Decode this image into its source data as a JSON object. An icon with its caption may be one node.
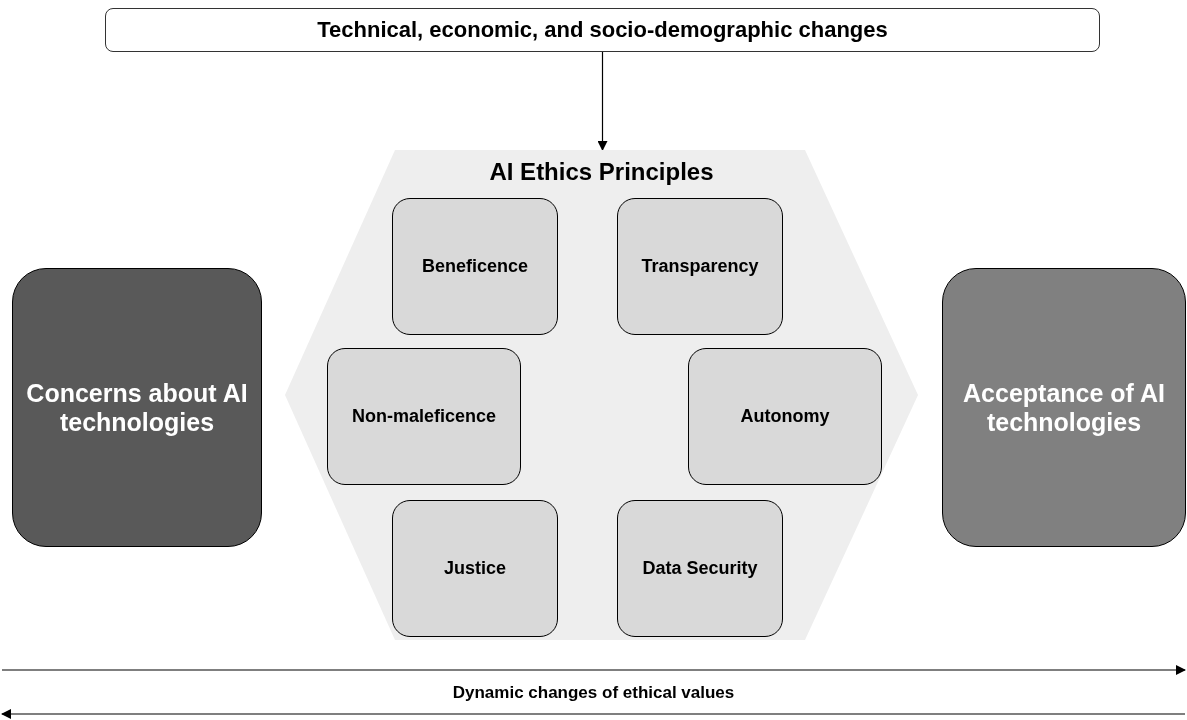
{
  "diagram": {
    "nodes": [
      {
        "text": [
          "Technical, economic, and socio-demographic changes"
        ]
      },
      {
        "text": [
          "AI Ethics Principles"
        ]
      },
      {
        "text": [
          "Beneficence"
        ],
        "in": 1
      },
      {
        "text": [
          "Transparency"
        ],
        "in": 1
      },
      {
        "text": [
          "Non-maleficence"
        ],
        "in": 1
      },
      {
        "text": [
          "Autonomy"
        ],
        "in": 1
      },
      {
        "text": [
          "Justice"
        ],
        "in": 1
      },
      {
        "text": [
          "Data Security"
        ],
        "in": 1
      },
      {
        "text": [
          "Concerns about AI technologies"
        ]
      },
      {
        "text": [
          "Acceptance of AI technologies"
        ]
      }
    ],
    "edges": [
      {
        "from": 0,
        "to": 1,
        "arrow": "to"
      }
    ],
    "labels": [
      "Dynamic changes of ethical values"
    ]
  }
}
